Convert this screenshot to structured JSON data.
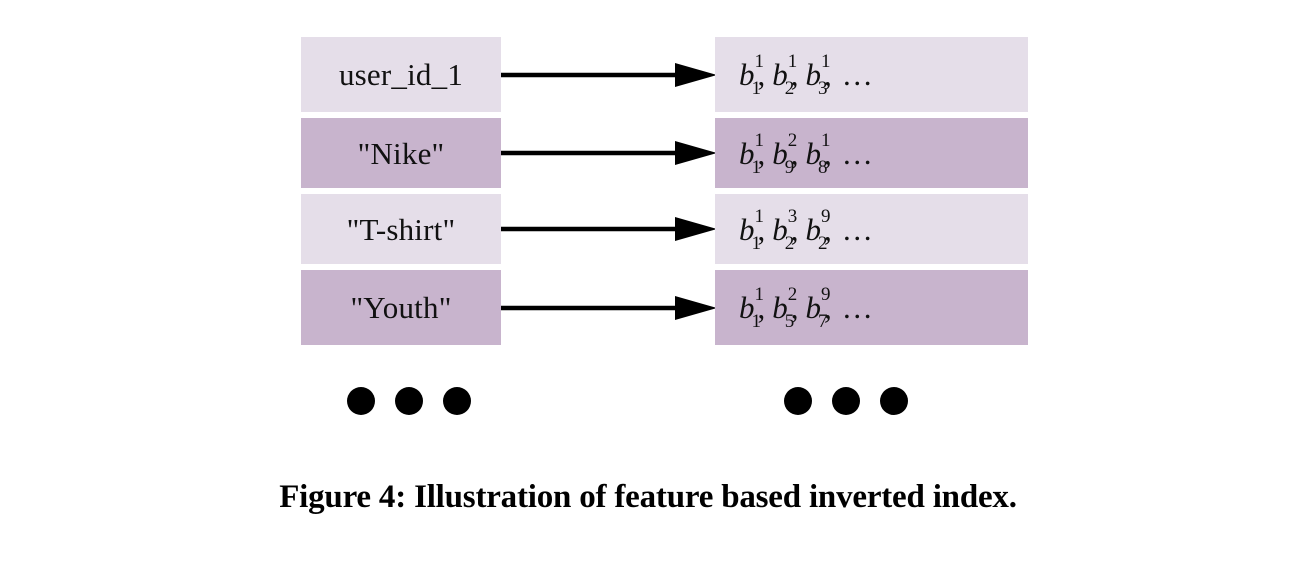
{
  "figure": {
    "caption": "Figure 4: Illustration of feature based inverted index.",
    "colors": {
      "row_light": "#e5dee9",
      "row_dark": "#c8b4cd",
      "text": "#111111",
      "arrow": "#000000",
      "background": "#ffffff"
    },
    "column_left_name": "feature-key-column",
    "column_right_name": "posting-list-column",
    "rows": [
      {
        "tone": "light",
        "key": "user_id_1",
        "postings": [
          {
            "base": "b",
            "sub": "1",
            "sup": "1"
          },
          {
            "base": "b",
            "sub": "2",
            "sup": "1"
          },
          {
            "base": "b",
            "sub": "3",
            "sup": "1"
          }
        ],
        "trailing": "…"
      },
      {
        "tone": "dark",
        "key": "\"Nike\"",
        "postings": [
          {
            "base": "b",
            "sub": "1",
            "sup": "1"
          },
          {
            "base": "b",
            "sub": "9",
            "sup": "2"
          },
          {
            "base": "b",
            "sub": "8",
            "sup": "1"
          }
        ],
        "trailing": "…"
      },
      {
        "tone": "light",
        "key": "\"T-shirt\"",
        "postings": [
          {
            "base": "b",
            "sub": "1",
            "sup": "1"
          },
          {
            "base": "b",
            "sub": "2",
            "sup": "3"
          },
          {
            "base": "b",
            "sub": "2",
            "sup": "9"
          }
        ],
        "trailing": "…"
      },
      {
        "tone": "dark",
        "key": "\"Youth\"",
        "postings": [
          {
            "base": "b",
            "sub": "1",
            "sup": "1"
          },
          {
            "base": "b",
            "sub": "5",
            "sup": "2"
          },
          {
            "base": "b",
            "sub": "7",
            "sup": "9"
          }
        ],
        "trailing": "…"
      }
    ],
    "continuation_dots": {
      "left_count": 3,
      "right_count": 3
    },
    "separator": ","
  }
}
